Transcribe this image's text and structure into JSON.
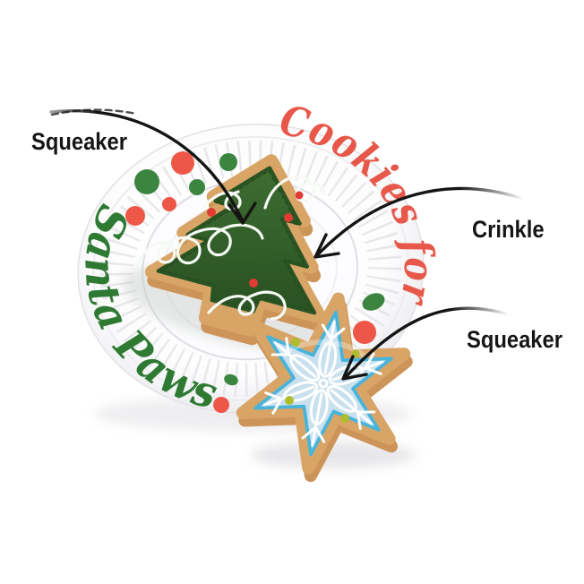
{
  "product_scene": {
    "annotations": [
      {
        "label": "Squeaker",
        "target": "christmas-tree-cookie"
      },
      {
        "label": "Crinkle",
        "target": "paper-plate"
      },
      {
        "label": "Squeaker",
        "target": "snowflake-cookie"
      }
    ],
    "label_color": "#161616",
    "plate": {
      "script_top": "Cookies for",
      "script_bottom": "Santa Paws",
      "script_top_color": "#e8584a",
      "script_bottom_color": "#2e7a33",
      "dot_red": "#ee5747",
      "dot_green": "#3b8540",
      "base_color": "#ffffff"
    },
    "cookies": {
      "tree": {
        "icing": "#2e5c28",
        "cookie": "#d9a567",
        "cookie_shadow": "#cc9458",
        "dots": "#e03c33",
        "swirls": "#f6faf4"
      },
      "snowflake": {
        "icing": "#c9e0ee",
        "trim": "#49b4da",
        "cookie": "#d9a567",
        "cookie_shadow": "#cc9458",
        "dots": "#aebd2d",
        "lines": "#ffffff"
      }
    }
  }
}
